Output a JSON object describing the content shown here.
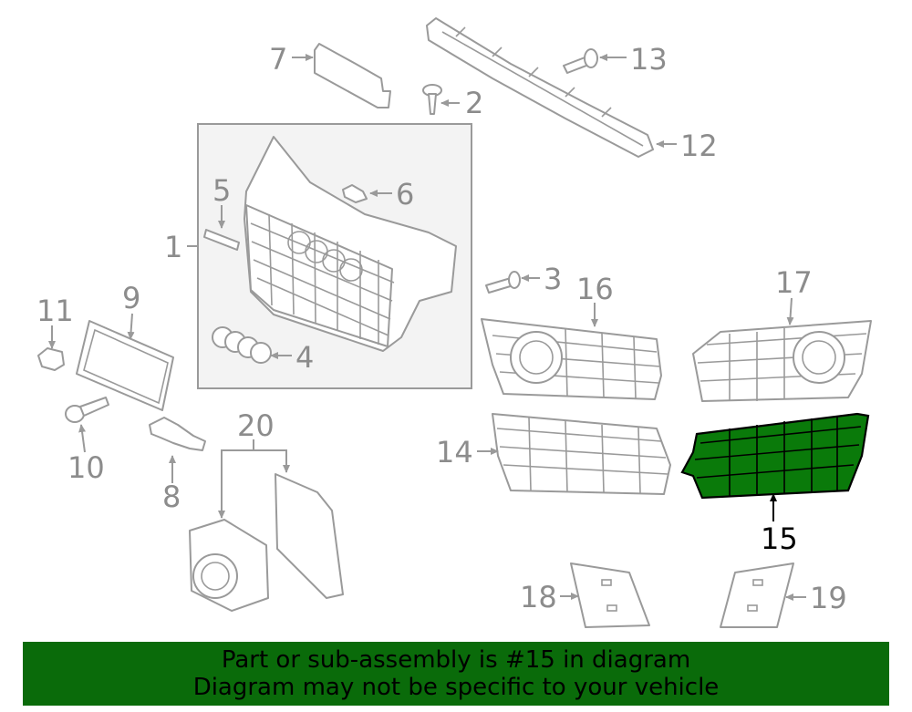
{
  "colors": {
    "highlight": "#0a7a0a",
    "banner": "#0a6b0a",
    "line": "#9a9a9a",
    "selected_label": "#000000"
  },
  "callouts": {
    "c1": "1",
    "c2": "2",
    "c3": "3",
    "c4": "4",
    "c5": "5",
    "c6": "6",
    "c7": "7",
    "c8": "8",
    "c9": "9",
    "c10": "10",
    "c11": "11",
    "c12": "12",
    "c13": "13",
    "c14": "14",
    "c15": "15",
    "c16": "16",
    "c17": "17",
    "c18": "18",
    "c19": "19",
    "c20": "20"
  },
  "highlighted_part": "15",
  "banner": {
    "line1": "Part or sub-assembly is #15 in diagram",
    "line2": "Diagram may not be specific to your vehicle"
  }
}
